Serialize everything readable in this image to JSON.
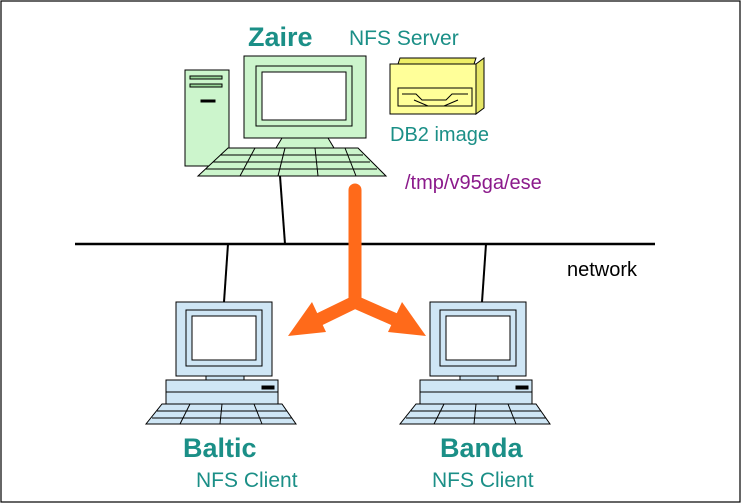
{
  "server": {
    "name": "Zaire",
    "role": "NFS Server",
    "image_label": "DB2 image",
    "path": "/tmp/v95ga/ese"
  },
  "network_label": "network",
  "clients": [
    {
      "name": "Baltic",
      "role": "NFS Client"
    },
    {
      "name": "Banda",
      "role": "NFS Client"
    }
  ],
  "colors": {
    "host_name": "#1b8f87",
    "role_text": "#1b8f87",
    "path_text": "#8b1a8b",
    "server_fill": "#ccf5cc",
    "client_fill": "#cfe6f5",
    "drive_fill": "#ffff99",
    "arrow": "#ff6a1a",
    "line": "#000000"
  }
}
